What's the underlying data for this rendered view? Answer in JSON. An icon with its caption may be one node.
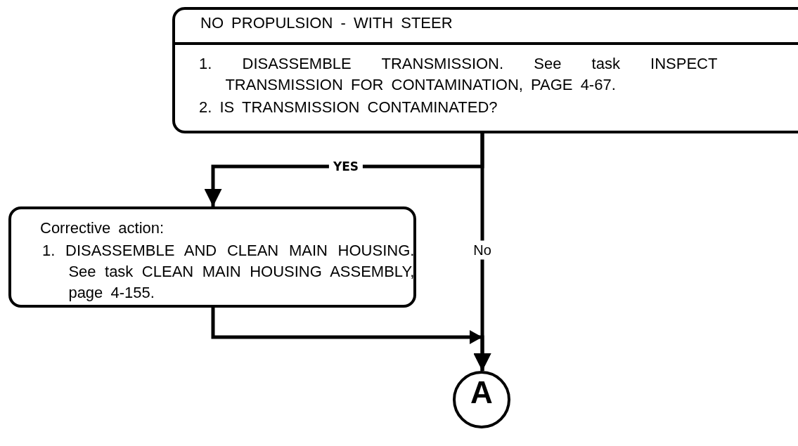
{
  "diagram": {
    "nodes": [
      {
        "text": [
          "NO PROPULSION - WITH STEER",
          "1. DISASSEMBLE TRANSMISSION. See task INSPECT TRANSMISSION FOR CONTAMINATION, PAGE 4-67.",
          "2. IS TRANSMISSION CONTAMINATED?"
        ]
      },
      {
        "text": [
          "Corrective action:",
          "1. DISASSEMBLE AND CLEAN MAIN HOUSING. See task CLEAN MAIN HOUSING ASSEMBLY, page 4-155."
        ]
      },
      {
        "text": [
          "A"
        ]
      }
    ],
    "edges": [
      {
        "from": 0,
        "to": 1,
        "arrow": "to",
        "label": "YES"
      },
      {
        "from": 0,
        "to": 2,
        "arrow": "to",
        "label": "No"
      },
      {
        "from": 1,
        "to": 2,
        "arrow": "to"
      }
    ]
  }
}
